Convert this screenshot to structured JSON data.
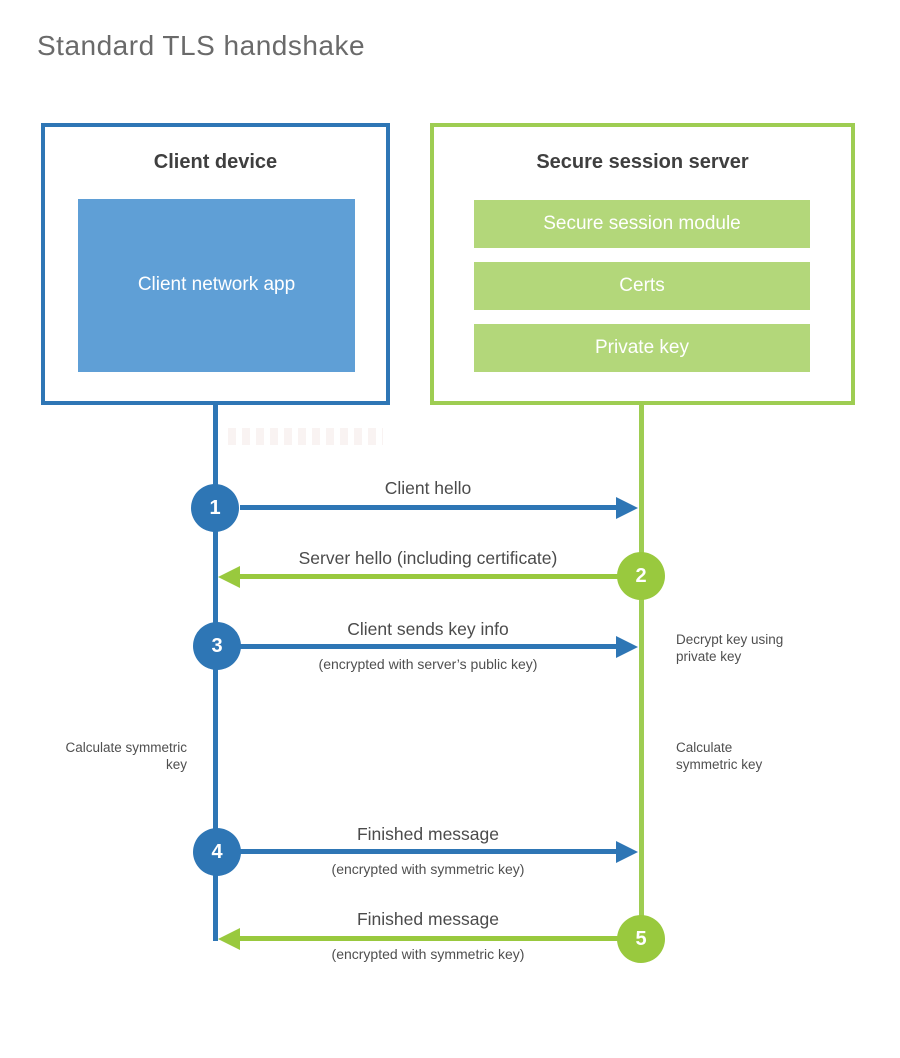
{
  "page": {
    "title": "Standard TLS handshake"
  },
  "client_box": {
    "title": "Client device",
    "app_label": "Client network app"
  },
  "server_box": {
    "title": "Secure session server",
    "modules": [
      "Secure session module",
      "Certs",
      "Private key"
    ]
  },
  "steps": [
    {
      "number": "1",
      "label": "Client hello",
      "direction": "client-to-server",
      "color": "blue"
    },
    {
      "number": "2",
      "label": "Server hello (including certificate)",
      "direction": "server-to-client",
      "color": "green"
    },
    {
      "number": "3",
      "label": "Client sends key info",
      "sublabel": "(encrypted with server’s public key)",
      "direction": "client-to-server",
      "color": "blue"
    },
    {
      "number": "4",
      "label": "Finished message",
      "sublabel": "(encrypted with symmetric key)",
      "direction": "client-to-server",
      "color": "blue"
    },
    {
      "number": "5",
      "label": "Finished message",
      "sublabel": "(encrypted with symmetric key)",
      "direction": "server-to-client",
      "color": "green"
    }
  ],
  "side_notes": {
    "decrypt": "Decrypt key using private key",
    "calc_left": "Calculate symmetric key",
    "calc_right": "Calculate symmetric key"
  },
  "colors": {
    "blue": "#2e76b5",
    "blue_fill": "#5f9fd6",
    "green": "#99c93e",
    "green_border": "#9ecd52",
    "green_fill": "#b3d77a",
    "heading_text": "#3f3f3f",
    "label_text": "#4b4b4b",
    "title_text": "#6a6a6a"
  }
}
